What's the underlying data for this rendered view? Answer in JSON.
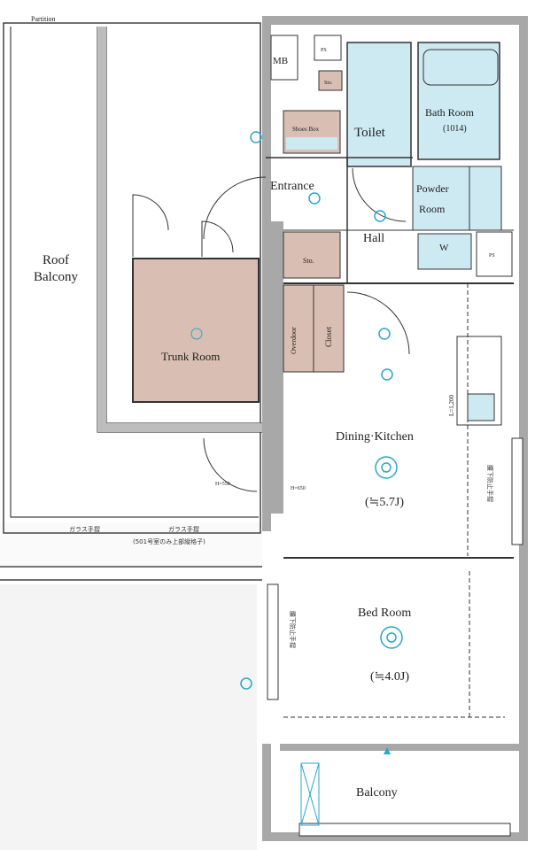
{
  "title": "Floor Plan",
  "rooms": {
    "partition": "Partition",
    "roof_balcony_1": "Roof",
    "roof_balcony_2": "Balcony",
    "trunk_room": "Trunk Room",
    "mb": "MB",
    "ps_top": "PS",
    "ps_right": "PS",
    "storage_small": "Sto.",
    "shoes_box": "Shoes Box",
    "toilet": "Toilet",
    "bath_room": "Bath Room",
    "bath_size": "(1014)",
    "entrance": "Entrance",
    "powder_room_1": "Powder",
    "powder_room_2": "Room",
    "hall": "Hall",
    "washer": "W",
    "storage": "Sto.",
    "overdoor": "Overdoor",
    "closet": "Closet",
    "dining_kitchen": "Dining·Kitchen",
    "dining_kitchen_size": "(≒5.7J)",
    "bed_room": "Bed Room",
    "bed_room_size": "(≒4.0J)",
    "balcony": "Balcony"
  },
  "annotations": {
    "h550": "H=550",
    "h650": "H=650",
    "dim_1200": "L=1,200",
    "glass_rail_1": "ガラス手摺",
    "glass_rail_2": "ガラス手摺",
    "rail_note": "(501号室のみ上部縦格子)",
    "fall_rail_1": "腰下防止手摺",
    "fall_rail_2": "腰下防止手摺"
  },
  "colors": {
    "wall": "#a8a8a8",
    "storage_fill": "#d9bfb3",
    "wet_fill": "#cdeaf3",
    "fixture": "#2aa7c9"
  }
}
